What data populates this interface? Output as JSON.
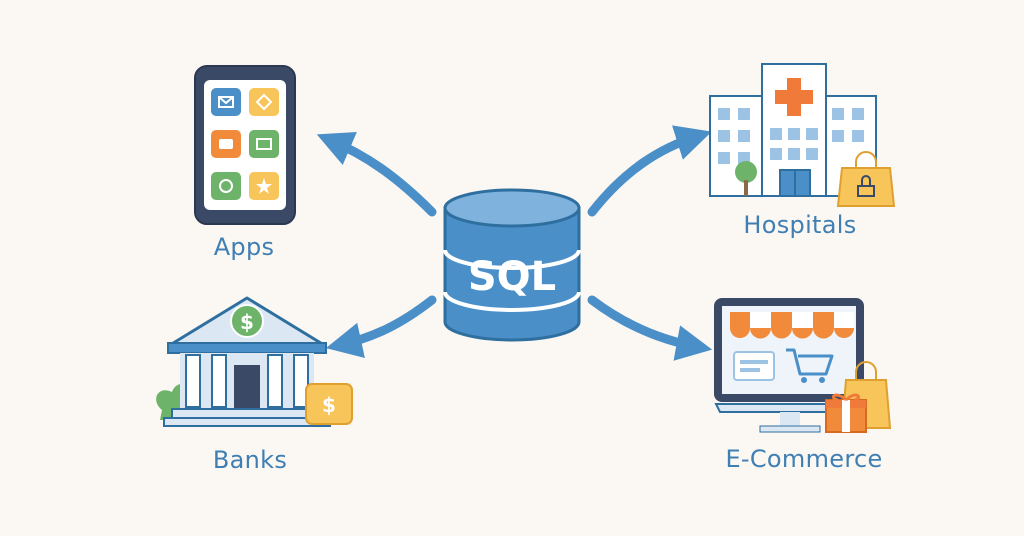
{
  "center": {
    "label": "SQL"
  },
  "targets": [
    {
      "label": "Apps"
    },
    {
      "label": "Banks"
    },
    {
      "label": "Hospitals"
    },
    {
      "label": "E-Commerce"
    }
  ],
  "colors": {
    "background": "#fbf7f2",
    "primary_blue": "#4a8fc8",
    "dark_blue": "#2f6f9f",
    "label_blue": "#3f7fb3",
    "orange": "#f28a3b",
    "yellow": "#f7c55a",
    "green": "#6db36a",
    "red_cross": "#f07a3a"
  },
  "icons": [
    "smartphone-icon",
    "bank-icon",
    "hospital-icon",
    "online-store-icon",
    "database-icon",
    "dollar-icon",
    "shopping-cart-icon",
    "shopping-bag-icon",
    "gift-icon"
  ]
}
